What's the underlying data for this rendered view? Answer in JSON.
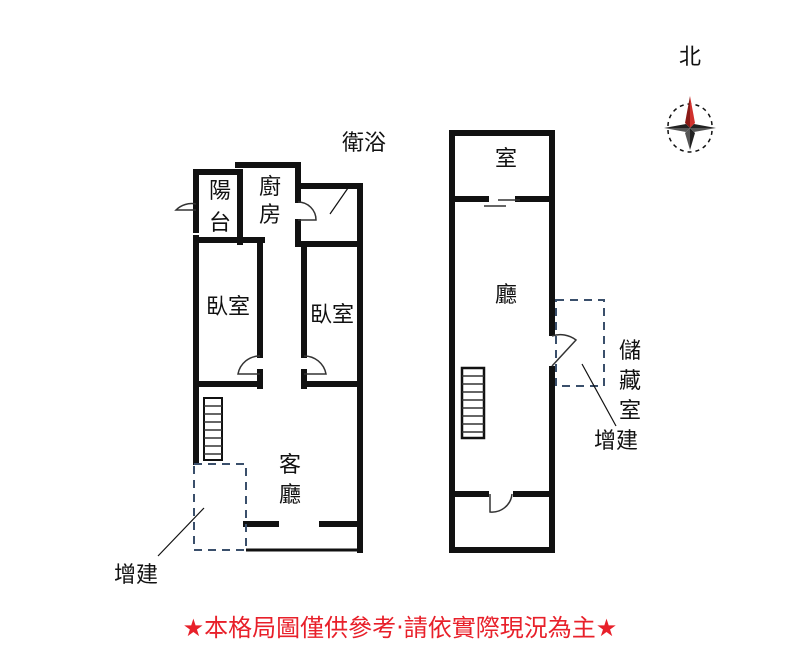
{
  "compass": {
    "north_label": "北",
    "icon": "compass-rose-icon"
  },
  "left_plan": {
    "balcony": [
      "陽",
      "台"
    ],
    "kitchen": [
      "廚",
      "房"
    ],
    "bathroom": "衛浴",
    "bedroom_left": "臥室",
    "bedroom_right": "臥室",
    "living_room": [
      "客",
      "廳"
    ],
    "extension": "增建"
  },
  "right_plan": {
    "room_top": "室",
    "hall": "廳",
    "storage": [
      "儲",
      "藏",
      "室"
    ],
    "storage_extension": "增建"
  },
  "footer_note": "★本格局圖僅供參考‧請依實際現況為主★",
  "colors": {
    "wall": "#111111",
    "note": "#e8202a",
    "dashed": "#3a4f6b",
    "compass_red": "#d0312d"
  }
}
